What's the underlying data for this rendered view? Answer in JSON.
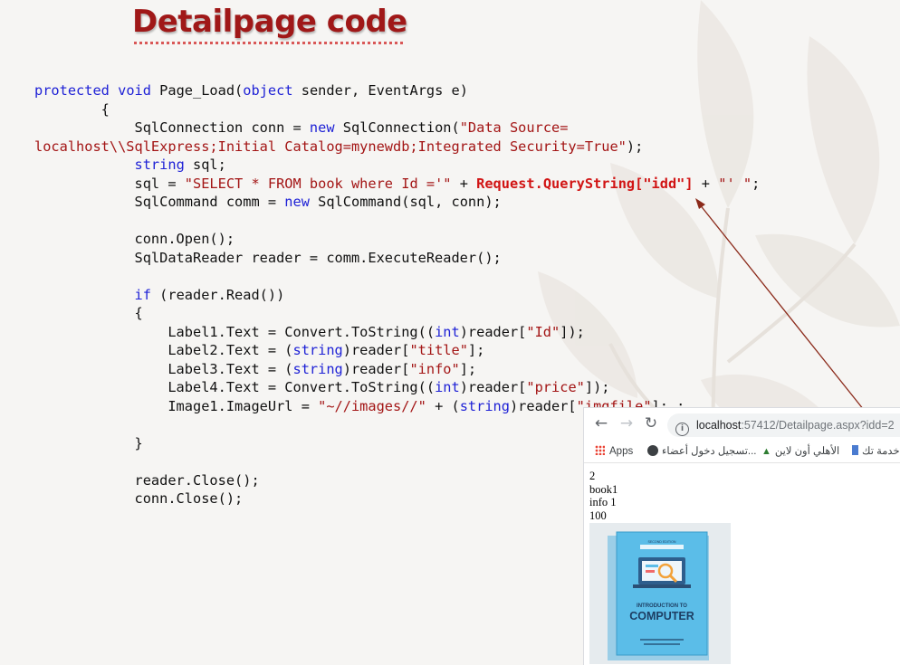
{
  "slide": {
    "title": "Detailpage code"
  },
  "code_lines": [
    [
      {
        "t": "protected ",
        "c": "kw"
      },
      {
        "t": "void ",
        "c": "kw"
      },
      {
        "t": "Page_Load("
      },
      {
        "t": "object",
        "c": "kw"
      },
      {
        "t": " sender, EventArgs e)"
      }
    ],
    [
      {
        "t": "        {"
      }
    ],
    [
      {
        "t": "            SqlConnection conn = "
      },
      {
        "t": "new",
        "c": "kw"
      },
      {
        "t": " SqlConnection("
      },
      {
        "t": "\"Data Source=",
        "c": "str"
      }
    ],
    [
      {
        "t": "localhost\\\\SqlExpress;Initial Catalog=mynewdb;Integrated Security=True\"",
        "c": "str"
      },
      {
        "t": ");"
      }
    ],
    [
      {
        "t": "            "
      },
      {
        "t": "string",
        "c": "kw"
      },
      {
        "t": " sql;"
      }
    ],
    [
      {
        "t": "            sql = "
      },
      {
        "t": "\"SELECT * FROM book where Id ='\"",
        "c": "str"
      },
      {
        "t": " + "
      },
      {
        "t": "Request.QueryString[\"idd\"]",
        "c": "rb"
      },
      {
        "t": " + "
      },
      {
        "t": "\"' \"",
        "c": "str"
      },
      {
        "t": ";"
      }
    ],
    [
      {
        "t": "            SqlCommand comm = "
      },
      {
        "t": "new",
        "c": "kw"
      },
      {
        "t": " SqlCommand(sql, conn);"
      }
    ],
    [
      {
        "t": ""
      }
    ],
    [
      {
        "t": "            conn.Open();"
      }
    ],
    [
      {
        "t": "            SqlDataReader reader = comm.ExecuteReader();"
      }
    ],
    [
      {
        "t": ""
      }
    ],
    [
      {
        "t": "            "
      },
      {
        "t": "if",
        "c": "kw"
      },
      {
        "t": " (reader.Read())"
      }
    ],
    [
      {
        "t": "            {"
      }
    ],
    [
      {
        "t": "                Label1.Text = Convert.ToString(("
      },
      {
        "t": "int",
        "c": "kw"
      },
      {
        "t": ")reader["
      },
      {
        "t": "\"Id\"",
        "c": "str"
      },
      {
        "t": "]);"
      }
    ],
    [
      {
        "t": "                Label2.Text = ("
      },
      {
        "t": "string",
        "c": "kw"
      },
      {
        "t": ")reader["
      },
      {
        "t": "\"title\"",
        "c": "str"
      },
      {
        "t": "];"
      }
    ],
    [
      {
        "t": "                Label3.Text = ("
      },
      {
        "t": "string",
        "c": "kw"
      },
      {
        "t": ")reader["
      },
      {
        "t": "\"info\"",
        "c": "str"
      },
      {
        "t": "];"
      }
    ],
    [
      {
        "t": "                Label4.Text = Convert.ToString(("
      },
      {
        "t": "int",
        "c": "kw"
      },
      {
        "t": ")reader["
      },
      {
        "t": "\"price\"",
        "c": "str"
      },
      {
        "t": "]);"
      }
    ],
    [
      {
        "t": "                Image1.ImageUrl = "
      },
      {
        "t": "\"~//images//\"",
        "c": "str"
      },
      {
        "t": " + ("
      },
      {
        "t": "string",
        "c": "kw"
      },
      {
        "t": ")reader["
      },
      {
        "t": "\"imgfile\"",
        "c": "str"
      },
      {
        "t": "]; ;"
      }
    ],
    [
      {
        "t": ""
      }
    ],
    [
      {
        "t": "            }"
      }
    ],
    [
      {
        "t": ""
      }
    ],
    [
      {
        "t": "            reader.Close();"
      }
    ],
    [
      {
        "t": "            conn.Close();"
      }
    ]
  ],
  "browser": {
    "back_icon": "arrow-left-icon",
    "forward_icon": "arrow-right-icon",
    "reload_icon": "reload-icon",
    "info_icon": "info-icon",
    "url_host": "localhost",
    "url_rest": ":57412/Detailpage.aspx?idd=2",
    "bookmarks": {
      "apps": "Apps",
      "item1": "تسجيل دخول أعضاء...",
      "item2": "الأهلي أون لاين",
      "item3": "خدمة تك"
    },
    "page": {
      "id": "2",
      "title": "book1",
      "info": "info 1",
      "price": "100"
    },
    "book_cover": {
      "edition": "SECOND EDITION",
      "title_line1": "INTRODUCTION TO",
      "title_line2": "COMPUTER"
    }
  },
  "colors": {
    "title": "#a01818",
    "keyword": "#1f22d6",
    "string": "#a31515",
    "highlight": "#d11414",
    "arrow": "#8b2a1a"
  }
}
